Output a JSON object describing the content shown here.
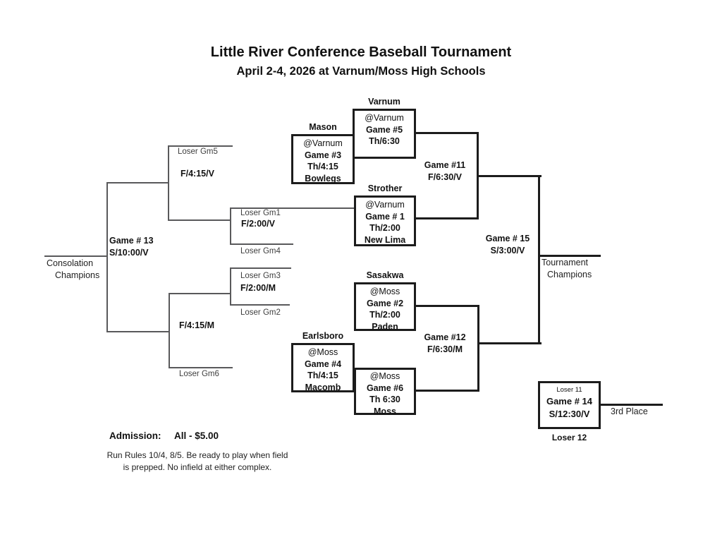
{
  "header": {
    "title": "Little River Conference Baseball Tournament",
    "subtitle": "April 2-4, 2026 at Varnum/Moss High Schools"
  },
  "colors": {
    "main_line": "#1c1c1c",
    "consolation_line": "#59595b",
    "consolation_text": "#3e3e3e",
    "text": "#111111",
    "background": "#ffffff"
  },
  "main": {
    "game3": {
      "team_top": "Mason",
      "site": "@Varnum",
      "name": "Game #3",
      "time": "Th/4:15",
      "team_bottom": "Bowlegs"
    },
    "game5": {
      "team_top": "Varnum",
      "site": "@Varnum",
      "name": "Game #5",
      "time": "Th/6:30"
    },
    "game1": {
      "team_top": "Strother",
      "site": "@Varnum",
      "name": "Game # 1",
      "time": "Th/2:00",
      "team_bottom": "New Lima"
    },
    "game2": {
      "team_top": "Sasakwa",
      "site": "@Moss",
      "name": "Game #2",
      "time": "Th/2:00",
      "team_bottom": "Paden"
    },
    "game4": {
      "team_top": "Earlsboro",
      "site": "@Moss",
      "name": "Game #4",
      "time": "Th/4:15",
      "team_bottom": "Macomb"
    },
    "game6": {
      "site": "@Moss",
      "name": "Game #6",
      "time": "Th 6:30",
      "team_bottom": "Moss"
    },
    "game11": {
      "name": "Game #11",
      "time": "F/6:30/V"
    },
    "game12": {
      "name": "Game #12",
      "time": "F/6:30/M"
    },
    "game15": {
      "name": "Game # 15",
      "time": "S/3:00/V"
    },
    "champion": {
      "line1": "Tournament",
      "line2": "Champions"
    }
  },
  "consolation": {
    "slot_loser_gm5": "Loser Gm5",
    "slot_loser_gm1": "Loser Gm1",
    "slot_loser_gm4": "Loser Gm4",
    "slot_loser_gm3": "Loser Gm3",
    "slot_loser_gm2": "Loser Gm2",
    "slot_loser_gm6": "Loser Gm6",
    "semi_top_time": "F/4:15/V",
    "quarter_top_time": "F/2:00/V",
    "quarter_bottom_time": "F/2:00/M",
    "semi_bottom_time": "F/4:15/M",
    "game13": {
      "name": "Game # 13",
      "time": "S/10:00/V"
    },
    "champion": {
      "line1": "Consolation",
      "line2": "Champions"
    }
  },
  "third_place": {
    "slot_top": "Loser 11",
    "name": "Game # 14",
    "time": "S/12:30/V",
    "slot_bottom": "Loser 12",
    "winner_label": "3rd Place"
  },
  "footer": {
    "admission_label": "Admission:",
    "admission_value": "All - $5.00",
    "note1": "Run Rules 10/4, 8/5. Be ready to play when field",
    "note2": "is prepped. No infield at either complex."
  }
}
